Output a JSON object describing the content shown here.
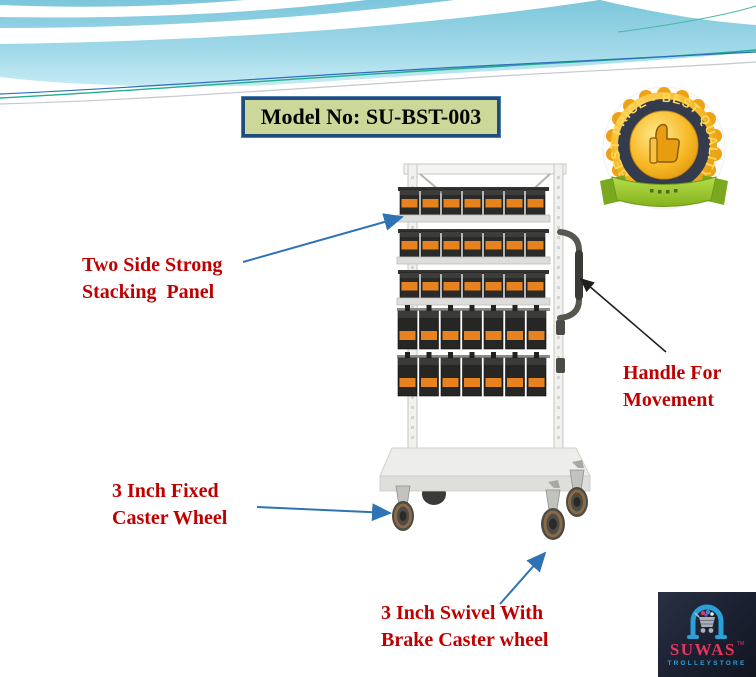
{
  "title_box": {
    "label": "Model No: SU-BST-003"
  },
  "badge": {
    "arc_text": "BEST PRICE - BEST QUALITY"
  },
  "annotations": {
    "stacking_panel": {
      "line1": "Two Side Strong",
      "line2": "Stacking  Panel"
    },
    "handle": {
      "line1": "Handle For",
      "line2": "Movement"
    },
    "fixed_caster": {
      "line1": "3 Inch Fixed",
      "line2": "Caster Wheel"
    },
    "swivel_caster": {
      "line1": "3 Inch Swivel With",
      "line2": "Brake Caster wheel"
    }
  },
  "logo": {
    "brand": "SUWAS",
    "trademark": "TM",
    "subtitle": "TROLLEYSTORE"
  },
  "product_illustration": {
    "description": "bin storage trolley",
    "bin_rows": 5,
    "bins_per_row": 7
  },
  "colors": {
    "label_red": "#c00000",
    "arrow_blue": "#2e74b5",
    "arrow_black": "#1f1f1f",
    "title_bg": "#ccd79a",
    "title_border": "#1f4e7d",
    "bin_body": "#2a2a28",
    "bin_orange": "#e8821e",
    "logo_pink": "#e8345f",
    "logo_blue": "#2f9fd6",
    "ribbon_green": "#9bcd2f",
    "badge_gold": "#f3ab1d"
  }
}
